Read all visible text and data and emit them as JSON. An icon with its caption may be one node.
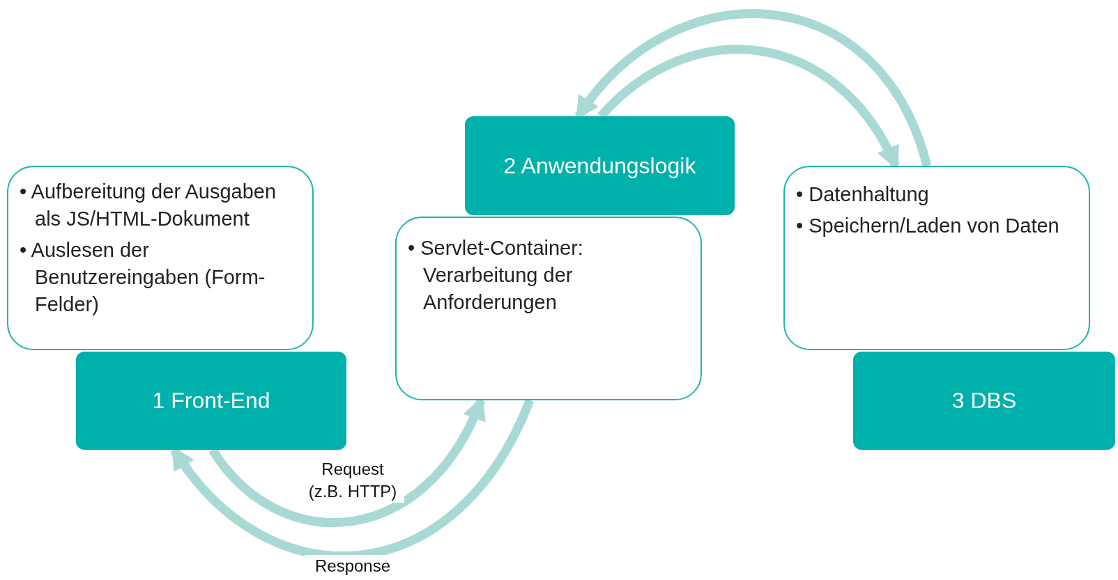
{
  "diagram": {
    "nodes": [
      {
        "text": [
          "• Aufbereitung der Ausgaben als JS/HTML-Dokument",
          "• Auslesen der Benutzereingaben (Form-Felder)"
        ]
      },
      {
        "text": [
          "1 Front-End"
        ]
      },
      {
        "text": [
          "• Servlet-Container: Verarbeitung der Anforderungen"
        ]
      },
      {
        "text": [
          "2 Anwendungslogik"
        ]
      },
      {
        "text": [
          "• Datenhaltung",
          "• Speichern/Laden von Daten"
        ]
      },
      {
        "text": [
          "3 DBS"
        ]
      }
    ],
    "edges": [
      {
        "from": 1,
        "to": 2,
        "arrow": "to",
        "label": "Request (z.B. HTTP)"
      },
      {
        "from": 2,
        "to": 1,
        "arrow": "to",
        "label": "Response"
      },
      {
        "from": 3,
        "to": 4,
        "arrow": "to"
      },
      {
        "from": 4,
        "to": 3,
        "arrow": "to"
      }
    ]
  }
}
